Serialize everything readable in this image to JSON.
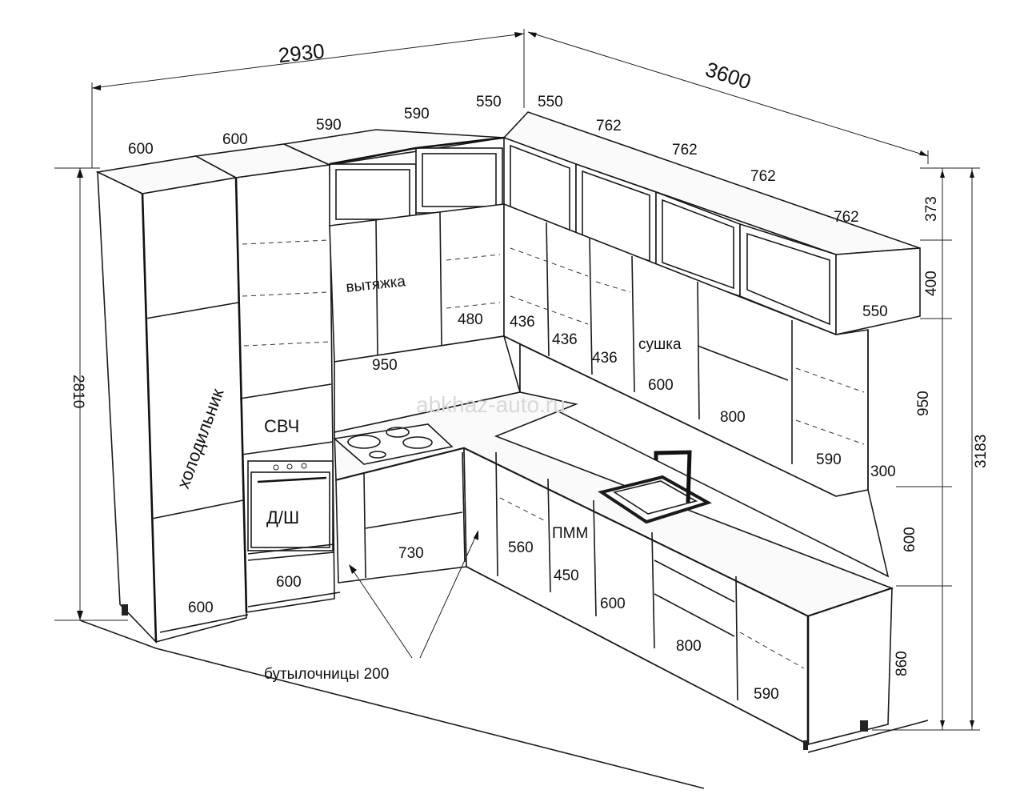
{
  "overall": {
    "width_left": "2930",
    "width_right": "3600",
    "height_left": "2810",
    "height_total": "3183"
  },
  "top_widths": [
    "600",
    "600",
    "590",
    "590",
    "550",
    "550",
    "762",
    "762",
    "762",
    "762"
  ],
  "right_dims": [
    "373",
    "400",
    "950",
    "600",
    "860"
  ],
  "labels": {
    "fridge": "холодильник",
    "microwave": "СВЧ",
    "hood": "вытяжка",
    "dryer": "сушка",
    "dishwasher_oven": "Д/Ш",
    "dishwasher": "ПММ",
    "bottle_racks": "бутылочницы 200"
  },
  "cabinet_dims": {
    "base_fridge": "600",
    "base_oven": "600",
    "hood_width": "950",
    "wall_480": "480",
    "wall_436_a": "436",
    "wall_436_b": "436",
    "wall_436_c": "436",
    "dryer_width": "600",
    "wall_800": "800",
    "wall_590": "590",
    "wall_550": "550",
    "wall_300": "300",
    "base_730": "730",
    "base_560": "560",
    "base_450": "450",
    "base_600": "600",
    "base_800": "800",
    "base_590": "590"
  },
  "watermark": "abkhaz-auto.ru"
}
